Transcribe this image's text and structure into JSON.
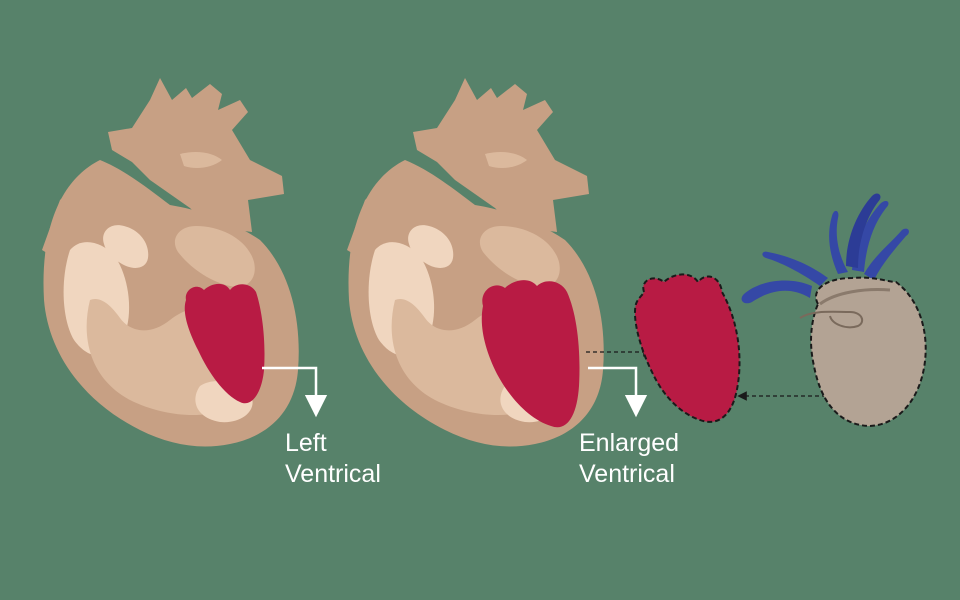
{
  "labels": {
    "left_ventricle": {
      "line1": "Left",
      "line2": "Ventrical"
    },
    "enlarged_ventricle": {
      "line1": "Enlarged",
      "line2": "Ventrical"
    }
  },
  "colors": {
    "background": "#57826a",
    "heart_outer": "#c7a084",
    "heart_mid": "#dbb99d",
    "heart_inner": "#f0d6bf",
    "ventricle": "#b81b44",
    "pouch": "#b3a394",
    "tentacles": "#3548a6"
  },
  "icons": [
    "normal-heart",
    "enlarged-heart",
    "ventricle-cutout",
    "bag-with-tentacles"
  ]
}
